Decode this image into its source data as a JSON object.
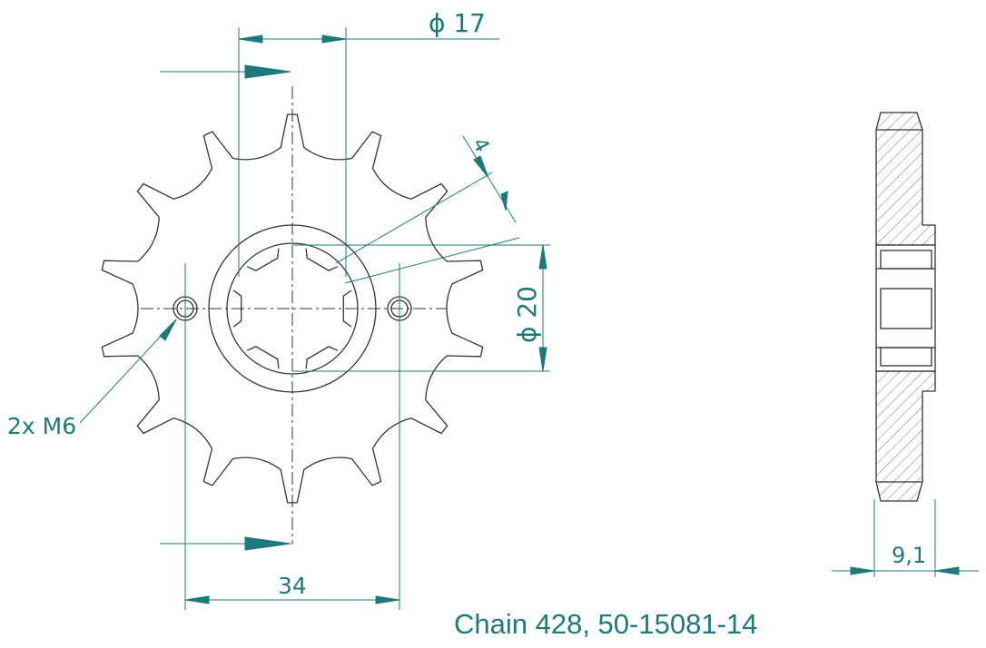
{
  "labels": {
    "bore_diameter": "ϕ 17",
    "spline_diameter": "ϕ 20",
    "tooth_width": "4",
    "thread_holes": "2x M6",
    "hole_spacing": "34",
    "thickness": "9,1"
  },
  "caption": "Chain 428, 50-15081-14",
  "colors": {
    "line": "#333333",
    "dimension": "#1e7a7a",
    "hatch": "#555555"
  },
  "sprocket": {
    "teeth": 14
  }
}
